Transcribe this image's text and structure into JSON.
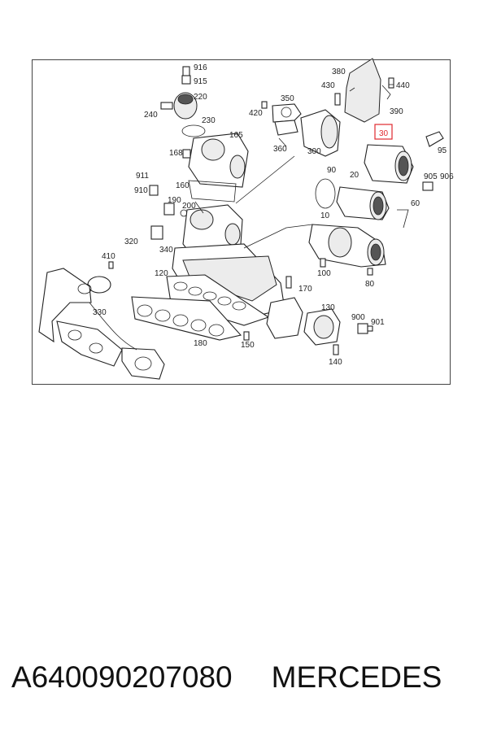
{
  "caption": {
    "part_number": "A640090207080",
    "brand": "MERCEDES"
  },
  "highlight_color": "#e0282e",
  "callouts": {
    "c916": "916",
    "c915": "915",
    "c220": "220",
    "c240": "240",
    "c230": "230",
    "c165": "165",
    "c168": "168",
    "c911": "911",
    "c910": "910",
    "c160": "160",
    "c190": "190",
    "c200": "200",
    "c320": "320",
    "c340": "340",
    "c410": "410",
    "c120": "120",
    "c330": "330",
    "c180": "180",
    "c150": "150",
    "c170": "170",
    "c350": "350",
    "c420": "420",
    "c360": "360",
    "c300": "300",
    "c380": "380",
    "c430": "430",
    "c440": "440",
    "c390": "390",
    "c30": "30",
    "c95": "95",
    "c90": "90",
    "c20": "20",
    "c905": "905",
    "c906": "906",
    "c60": "60",
    "c10": "10",
    "c100": "100",
    "c80": "80",
    "c130": "130",
    "c900": "900",
    "c901": "901",
    "c140": "140"
  }
}
